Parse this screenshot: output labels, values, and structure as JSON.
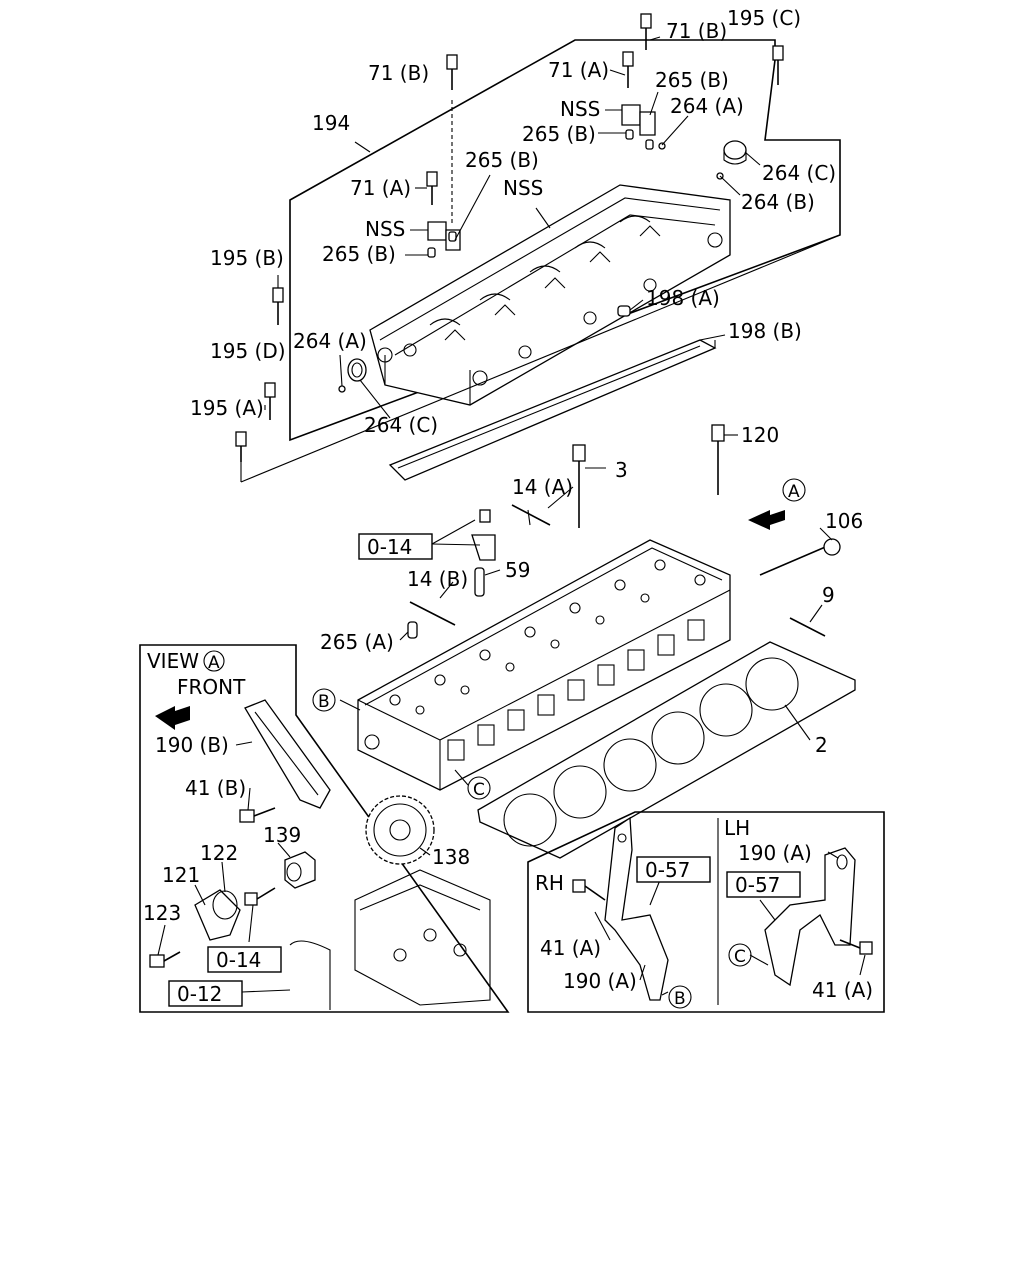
{
  "callouts": {
    "c71b_top": "71 (B)",
    "c195c": "195 (C)",
    "c71a_top": "71 (A)",
    "c71b_left": "71 (B)",
    "c265b_1": "265 (B)",
    "c264a_1": "264 (A)",
    "c194": "194",
    "cnss_1": "NSS",
    "c265b_2": "265 (B)",
    "c264c_1": "264 (C)",
    "c265b_3": "265 (B)",
    "cnss_2": "NSS",
    "c71a_left": "71 (A)",
    "c264b": "264 (B)",
    "cnss_3": "NSS",
    "c195b": "195 (B)",
    "c265b_4": "265 (B)",
    "c198a": "198 (A)",
    "c198b": "198 (B)",
    "c195d": "195 (D)",
    "c264a_2": "264 (A)",
    "c195a": "195 (A)",
    "c264c_2": "264 (C)",
    "c120": "120",
    "c3": "3",
    "c14a": "14 (A)",
    "c106": "106",
    "c59": "59",
    "c14b": "14 (B)",
    "c9": "9",
    "c265a": "265 (A)",
    "c2": "2",
    "c190b": "190 (B)",
    "c41b": "41 (B)",
    "c139": "139",
    "c138": "138",
    "c122": "122",
    "c121": "121",
    "c123": "123",
    "c41a_rh": "41 (A)",
    "c190a_rh": "190 (A)",
    "c190a_lh": "190 (A)",
    "c41a_lh": "41 (A)"
  },
  "boxed_refs": {
    "r014_main": "0-14",
    "r014_view": "0-14",
    "r012": "0-12",
    "r057_rh": "0-57",
    "r057_lh": "0-57"
  },
  "view_panel": {
    "title": "VIEW",
    "view_marker": "A",
    "subtitle": "FRONT"
  },
  "side_panel": {
    "rh_label": "RH",
    "lh_label": "LH"
  },
  "circle_markers": {
    "a_main": "A",
    "b_main": "B",
    "c_main": "C",
    "b_rh": "B",
    "c_lh": "C"
  }
}
